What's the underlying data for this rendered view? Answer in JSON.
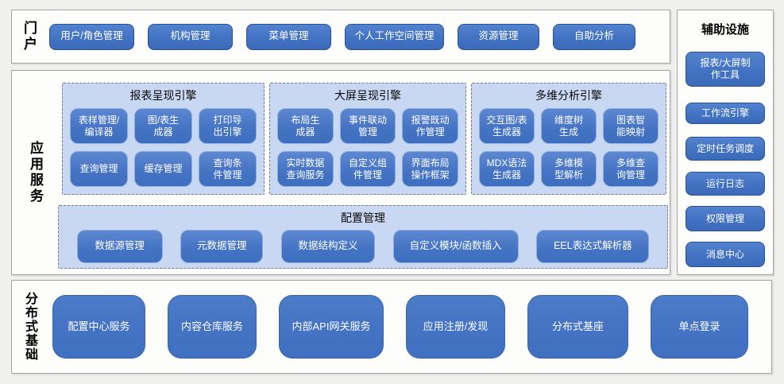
{
  "portal": {
    "label": "门户",
    "buttons": [
      "用户/角色管理",
      "机构管理",
      "菜单管理",
      "个人工作空间管理",
      "资源管理",
      "自助分析"
    ]
  },
  "app_services": {
    "label": "应用服务",
    "engines": [
      {
        "title": "报表呈现引擎",
        "buttons": [
          "表样管理/\n编译器",
          "图/表生\n成器",
          "打印导\n出引擎",
          "查询管理",
          "缓存管理",
          "查询条\n件管理"
        ]
      },
      {
        "title": "大屏呈现引擎",
        "buttons": [
          "布局生\n成器",
          "事件联动\n管理",
          "报警既动\n作管理",
          "实时数据\n查询服务",
          "自定义组\n件管理",
          "界面布局\n操作框架"
        ]
      },
      {
        "title": "多维分析引擎",
        "buttons": [
          "交互图/表\n生成器",
          "维度树\n生成",
          "图表智\n能映射",
          "MDX语法\n生成器",
          "多维模\n型解析",
          "多维查\n询管理"
        ]
      }
    ],
    "config": {
      "title": "配置管理",
      "buttons": [
        "数据源管理",
        "元数据管理",
        "数据结构定义",
        "自定义模块/函数插入",
        "EEL表达式解析器"
      ]
    }
  },
  "auxiliary": {
    "title": "辅助设施",
    "buttons": [
      "报表/大屏制\n作工具",
      "工作流引擎",
      "定时任务调度",
      "运行日志",
      "权限管理",
      "消息中心"
    ]
  },
  "foundation": {
    "label": "分布式基础",
    "buttons": [
      "配置中心服务",
      "内容仓库服务",
      "内部API网关服务",
      "应用注册/发现",
      "分布式基座",
      "单点登录"
    ]
  },
  "colors": {
    "node_blue": "#4472c4",
    "node_border_dark": "#2a5191",
    "node_border_light": "#8fadde",
    "panel_light_blue": "#c9d8f2",
    "panel_dashed_border": "#7a7a7a",
    "section_border": "#a3a3a3",
    "page_background": "#f0f0ee",
    "node_text": "#ffffff"
  }
}
